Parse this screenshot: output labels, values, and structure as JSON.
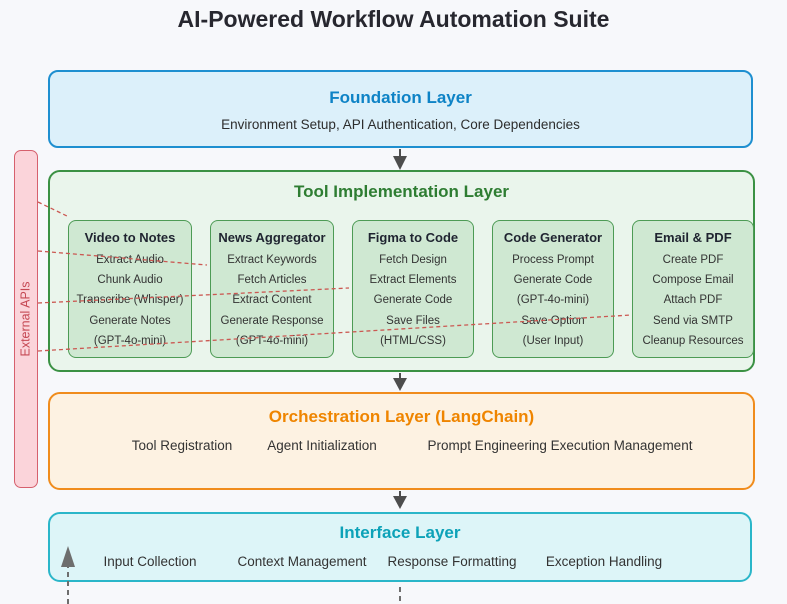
{
  "title": "AI-Powered Workflow Automation Suite",
  "external_apis": {
    "label": "External APIs"
  },
  "layers": {
    "foundation": {
      "title": "Foundation Layer",
      "subtitle": "Environment Setup, API Authentication, Core Dependencies"
    },
    "tool": {
      "title": "Tool Implementation Layer",
      "tools": [
        {
          "name": "Video to Notes",
          "items": [
            "Extract Audio",
            "Chunk Audio",
            "Transcribe (Whisper)",
            "Generate Notes",
            "(GPT-4o-mini)"
          ]
        },
        {
          "name": "News Aggregator",
          "items": [
            "Extract Keywords",
            "Fetch Articles",
            "Extract Content",
            "Generate Response",
            "(GPT-4o-mini)"
          ]
        },
        {
          "name": "Figma to Code",
          "items": [
            "Fetch Design",
            "Extract Elements",
            "Generate Code",
            "Save Files",
            "(HTML/CSS)"
          ]
        },
        {
          "name": "Code Generator",
          "items": [
            "Process Prompt",
            "Generate Code",
            "(GPT-4o-mini)",
            "Save Option",
            "(User Input)"
          ]
        },
        {
          "name": "Email & PDF",
          "items": [
            "Create PDF",
            "Compose Email",
            "Attach PDF",
            "Send via SMTP",
            "Cleanup Resources"
          ]
        }
      ]
    },
    "orchestration": {
      "title": "Orchestration Layer (LangChain)",
      "items": [
        "Tool Registration",
        "Agent Initialization",
        "Prompt Engineering Execution Management"
      ]
    },
    "interface": {
      "title": "Interface Layer",
      "items": [
        "Input Collection",
        "Context Management",
        "Response Formatting",
        "Exception Handling"
      ]
    }
  },
  "colors": {
    "background": "#f7f8fb",
    "foundation_accent": "#0e83c6",
    "tool_accent": "#2e7d32",
    "orchestration_accent": "#ef8500",
    "interface_accent": "#0da2b8",
    "external_apis_accent": "#c54853",
    "connector_red": "#cb5852",
    "arrow_gray": "#4d4d4d"
  }
}
